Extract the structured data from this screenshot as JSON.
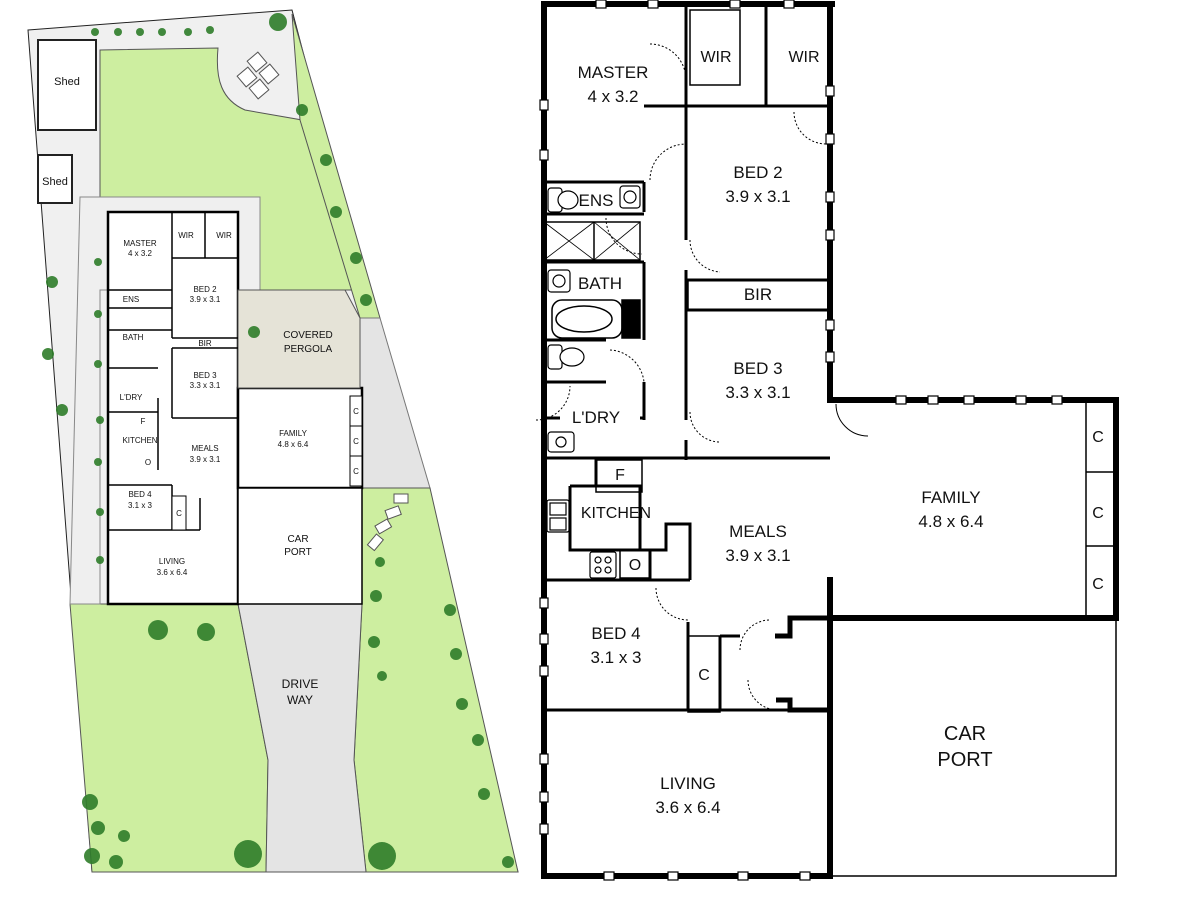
{
  "site_plan": {
    "shed_1": "Shed",
    "shed_2": "Shed",
    "covered_pergola": [
      "COVERED",
      "PERGOLA"
    ],
    "carport": [
      "CAR",
      "PORT"
    ],
    "driveway": [
      "DRIVE",
      "WAY"
    ],
    "rooms": {
      "master": {
        "name": "MASTER",
        "size": "4 x 3.2"
      },
      "wir1": "WIR",
      "wir2": "WIR",
      "bed2": {
        "name": "BED 2",
        "size": "3.9 x 3.1"
      },
      "ens": "ENS",
      "bath": "BATH",
      "bir": "BIR",
      "bed3": {
        "name": "BED 3",
        "size": "3.3 x 3.1"
      },
      "laundry": "L'DRY",
      "fridge": "F",
      "kitchen": "KITCHEN",
      "oven": "O",
      "meals": {
        "name": "MEALS",
        "size": "3.9 x 3.1"
      },
      "family": {
        "name": "FAMILY",
        "size": "4.8 x 6.4"
      },
      "bed4": {
        "name": "BED 4",
        "size": "3.1 x 3"
      },
      "living": {
        "name": "LIVING",
        "size": "3.6 x 6.4"
      },
      "cupboard": "C"
    }
  },
  "floor_plan": {
    "master": {
      "name": "MASTER",
      "size": "4 x 3.2"
    },
    "wir1": "WIR",
    "wir2": "WIR",
    "bed2": {
      "name": "BED 2",
      "size": "3.9 x 3.1"
    },
    "ens": "ENS",
    "bath": "BATH",
    "bir": "BIR",
    "bed3": {
      "name": "BED 3",
      "size": "3.3 x 3.1"
    },
    "laundry": "L'DRY",
    "fridge": "F",
    "kitchen": "KITCHEN",
    "oven": "O",
    "meals": {
      "name": "MEALS",
      "size": "3.9 x 3.1"
    },
    "family": {
      "name": "FAMILY",
      "size": "4.8 x 6.4"
    },
    "family_cupboards": [
      "C",
      "C",
      "C"
    ],
    "bed4": {
      "name": "BED 4",
      "size": "3.1 x 3"
    },
    "bed4_cupboard": "C",
    "living": {
      "name": "LIVING",
      "size": "3.6 x 6.4"
    },
    "carport": [
      "CAR",
      "PORT"
    ]
  },
  "colors": {
    "lawn": "#cdeea0",
    "paving": "#efefef",
    "pergola": "#e5e3d7",
    "driveway": "#e4e4e4",
    "wall": "#000000",
    "tree": "#2f7d2a"
  }
}
